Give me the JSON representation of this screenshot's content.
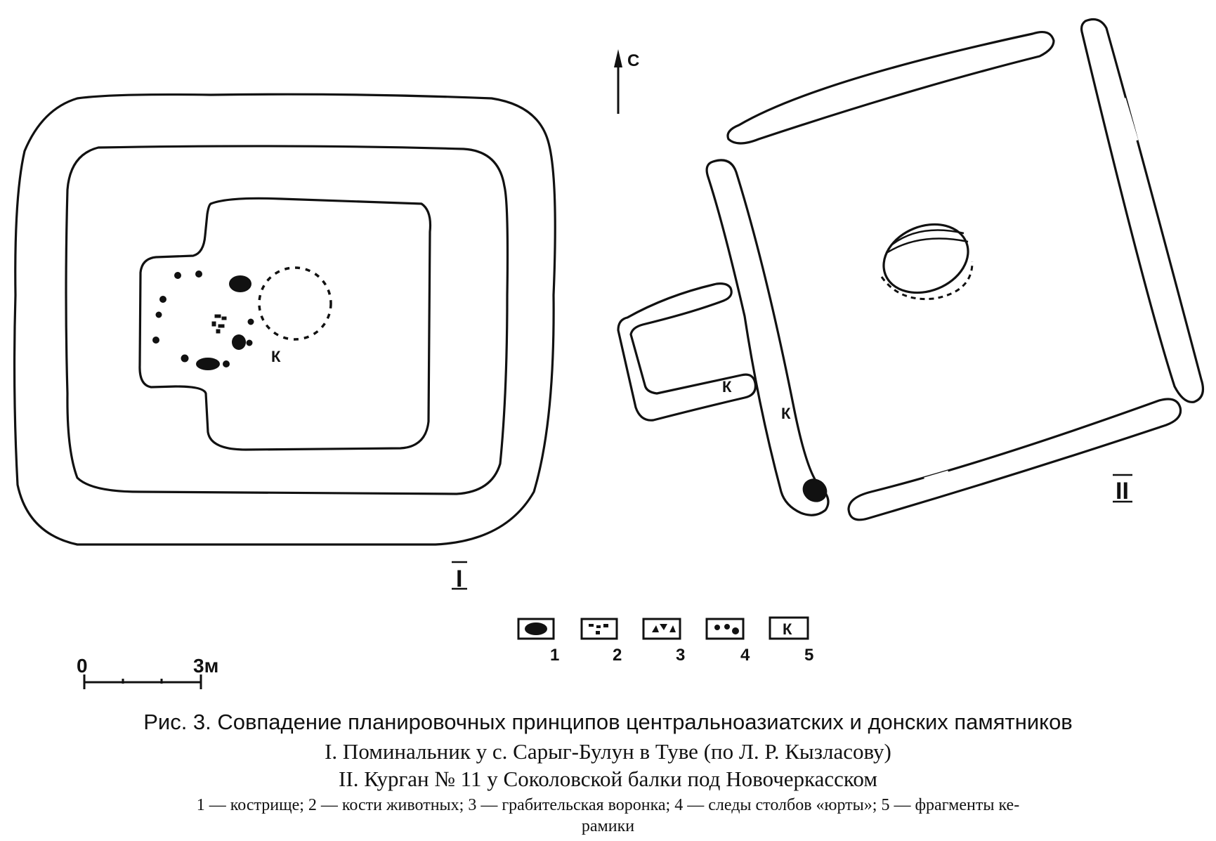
{
  "north_label": "С",
  "plan_labels": {
    "plan_one": "I",
    "plan_two": "II",
    "k_mark": "К"
  },
  "scale_bar": {
    "start": "0",
    "end": "3м"
  },
  "legend": {
    "items": [
      {
        "num": "1",
        "symbol": "hearth"
      },
      {
        "num": "2",
        "symbol": "bones"
      },
      {
        "num": "3",
        "symbol": "looting-pit"
      },
      {
        "num": "4",
        "symbol": "post-holes"
      },
      {
        "num": "5",
        "symbol": "К"
      }
    ]
  },
  "caption": {
    "title": "Рис. 3. Совпадение планировочных принципов центральноазиатских и донских памятников",
    "line1": "I. Поминальник у с. Сарыг-Булун в Туве (по Л. Р. Кызласову)",
    "line2": "II. Курган № 11 у Соколовской балки под Новочеркасском",
    "legend_text": "1 — кострище;  2 — кости  животных;  3 — грабительская воронка;  4 — следы столбов «юрты»;  5 — фрагменты ке-",
    "legend_text2": "рамики"
  }
}
